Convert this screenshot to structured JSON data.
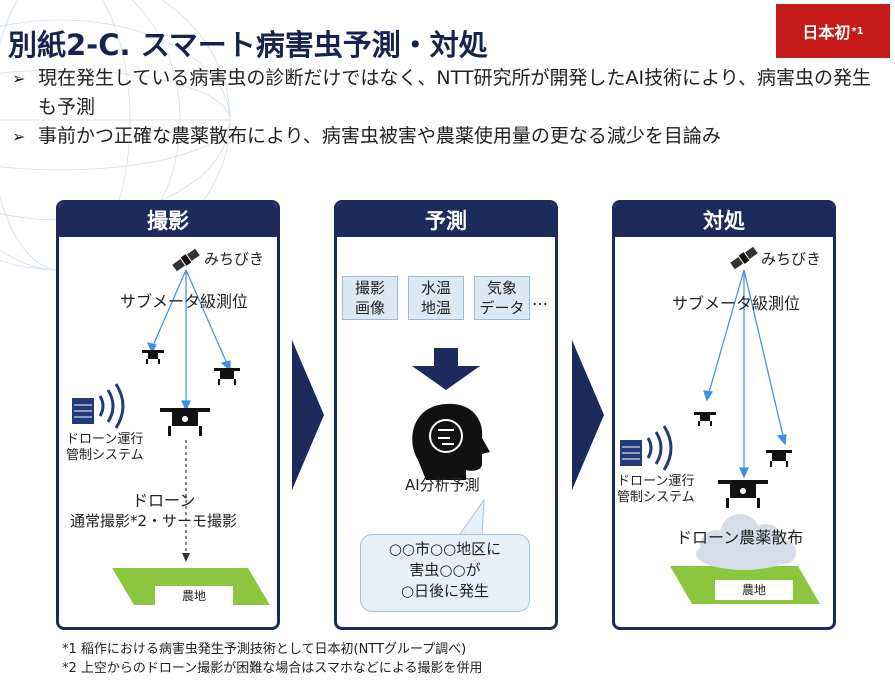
{
  "title": "別紙2-C. スマート病害虫予測・対処",
  "badge": {
    "text": "日本初",
    "sup": "*1",
    "color": "#c41a1a"
  },
  "bullets": [
    "現在発生している病害虫の診断だけではなく、NTT研究所が開発したAI技術により、病害虫の発生も予測",
    "事前かつ正確な農薬散布により、病害虫被害や農薬使用量の更なる減少を目論み"
  ],
  "colors": {
    "navy": "#1c2b5c",
    "arrow_blue": "#3d8fe0",
    "field_green": "#8cc63f"
  },
  "panels": {
    "photo": {
      "header": "撮影",
      "satellite": "みちびき",
      "positioning": "サブメータ級測位",
      "control_line1": "ドローン運行",
      "control_line2": "管制システム",
      "drone_line1": "ドローン",
      "drone_line2": "通常撮影*2・サーモ撮影",
      "field": "農地"
    },
    "predict": {
      "header": "予測",
      "tags": [
        {
          "line1": "撮影",
          "line2": "画像"
        },
        {
          "line1": "水温",
          "line2": "地温"
        },
        {
          "line1": "気象",
          "line2": "データ"
        }
      ],
      "ellipsis": "…",
      "ai_label": "AI分析予測",
      "bubble_line1": "○○市○○地区に",
      "bubble_line2": "害虫○○が",
      "bubble_line3": "○日後に発生"
    },
    "act": {
      "header": "対処",
      "satellite": "みちびき",
      "positioning": "サブメータ級測位",
      "control_line1": "ドローン運行",
      "control_line2": "管制システム",
      "spray": "ドローン農薬散布",
      "field": "農地"
    }
  },
  "footnotes": [
    "*1 稲作における病害虫発生予測技術として日本初(NTTグループ調べ)",
    "*2 上空からのドローン撮影が困難な場合はスマホなどによる撮影を併用"
  ]
}
